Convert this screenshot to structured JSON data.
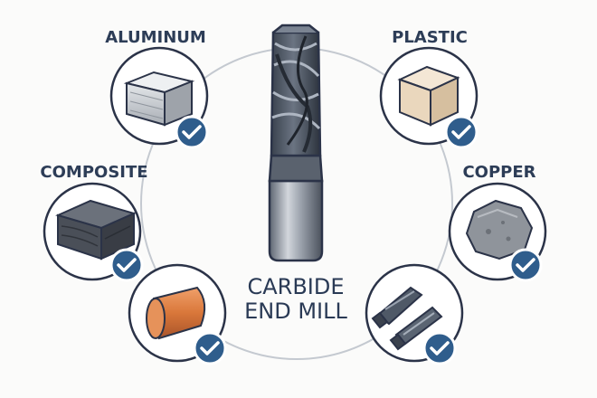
{
  "center_label": {
    "line1": "CARBIDE",
    "line2": "END MILL"
  },
  "materials": {
    "aluminum": {
      "label": "ALUMINUM",
      "icon": "aluminum-block-icon",
      "check": "check-badge-icon"
    },
    "plastic": {
      "label": "PLASTIC",
      "icon": "plastic-cube-icon",
      "check": "check-badge-icon"
    },
    "composite": {
      "label": "COMPOSITE",
      "icon": "composite-block-icon",
      "check": "check-badge-icon"
    },
    "copper": {
      "label": "COPPER",
      "icon": "copper-ore-icon",
      "check": "check-badge-icon"
    },
    "copper_rod": {
      "label": "",
      "icon": "copper-rod-icon",
      "check": "check-badge-icon"
    },
    "carbide_tools": {
      "label": "",
      "icon": "carbide-tools-icon",
      "check": "check-badge-icon"
    }
  },
  "colors": {
    "outline": "#2b3348",
    "check_badge": "#2f5d8c",
    "ring": "#c4c9d0",
    "label_text": "#2d3d57",
    "copper": "#d9773a",
    "plastic": "#ead7bd",
    "aluminum": "#c3c7cc",
    "composite": "#4a4f58",
    "tool_steel": "#4f5967"
  }
}
